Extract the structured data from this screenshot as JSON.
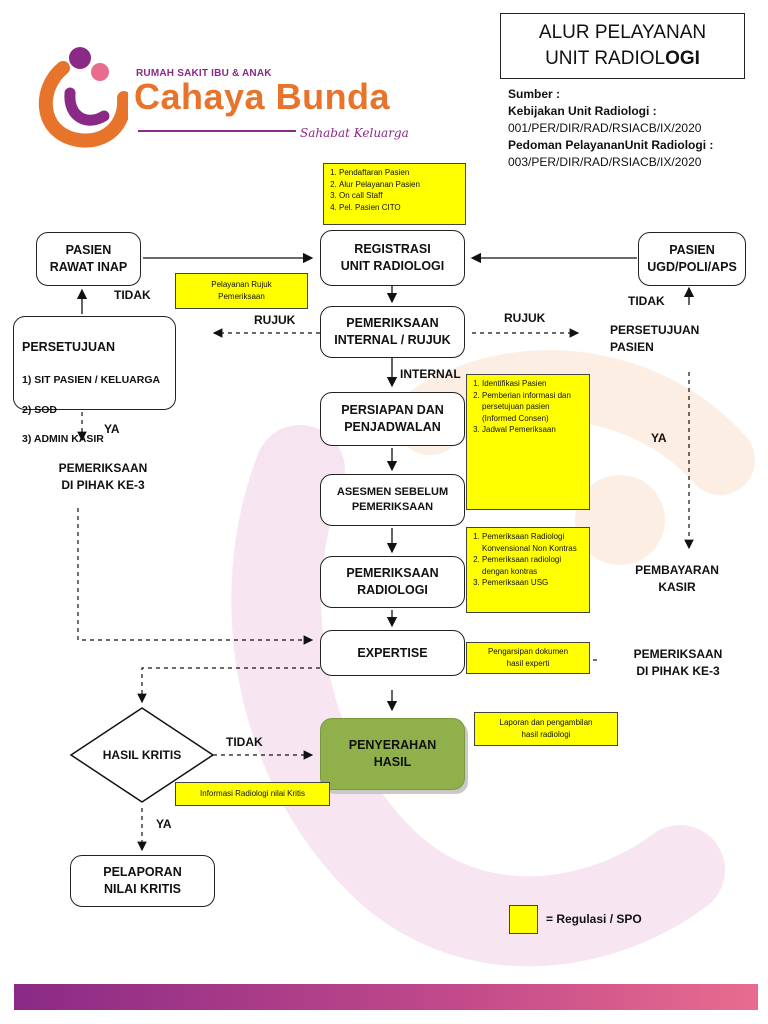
{
  "logo": {
    "subtitle": "RUMAH SAKIT IBU & ANAK",
    "name": "Cahaya Bunda",
    "tagline": "Sahabat Keluarga"
  },
  "title": {
    "line1": "ALUR PELAYANAN",
    "line2_prefix": "UNIT RADIOL",
    "line2_bold": "OGI"
  },
  "sources": {
    "label": "Sumber :",
    "line1": "Kebijakan Unit Radiologi :",
    "line2": "001/PER/DIR/RAD/RSIACB/IX/2020",
    "line3": "Pedoman PelayananUnit Radiologi :",
    "line4": "003/PER/DIR/RAD/RSIACB/IX/2020"
  },
  "nodes": {
    "registrasi": "REGISTRASI\nUNIT RADIOLOGI",
    "pasien_rawat_inap": "PASIEN\nRAWAT INAP",
    "pasien_ugd": "PASIEN\nUGD/POLI/APS",
    "pemeriksaan_internal": "PEMERIKSAAN\nINTERNAL / RUJUK",
    "persiapan": "PERSIAPAN DAN\nPENJADWALAN",
    "asesmen": "ASESMEN SEBELUM\nPEMERIKSAAN",
    "pemeriksaan_radiologi": "PEMERIKSAAN\nRADIOLOGI",
    "expertise": "EXPERTISE",
    "penyerahan": "PENYERAHAN\nHASIL",
    "hasil_kritis": "HASIL KRITIS",
    "pelaporan": "PELAPORAN\nNILAI KRITIS",
    "persetujuan_left": {
      "title": "PERSETUJUAN",
      "items": [
        "1)  SIT PASIEN / KELUARGA",
        "2)  SOD",
        "3)  ADMIN KASIR"
      ]
    },
    "pemeriksaan_pihak3_left": "PEMERIKSAAN\nDI PIHAK KE-3",
    "persetujuan_right": "PERSETUJUAN\nPASIEN",
    "pembayaran_kasir": "PEMBAYARAN\nKASIR",
    "pemeriksaan_pihak3_right": "PEMERIKSAAN\nDI PIHAK KE-3"
  },
  "edge_labels": {
    "tidak_left": "TIDAK",
    "tidak_right": "TIDAK",
    "rujuk_left": "RUJUK",
    "rujuk_right": "RUJUK",
    "internal": "INTERNAL",
    "ya_left": "YA",
    "ya_right": "YA",
    "tidak_kritis": "TIDAK",
    "ya_kritis": "YA"
  },
  "notes": {
    "registrasi_list": [
      "Pendaftaran Pasien",
      "Alur Pelayanan Pasien",
      "On call Staff",
      "Pel. Pasien CITO"
    ],
    "rujuk": "Pelayanan Rujuk\nPemeriksaan",
    "persiapan_list": [
      "Identifikasi Pasien",
      "Pemberian informasi dan persetujuan pasien (Informed Consen)",
      "Jadwal Pemeriksaan"
    ],
    "radiologi_list": [
      "Pemeriksaan Radiologi Konvensional Non Kontras",
      "Pemeriksaan radiologi dengan kontras",
      "Pemeriksaan USG"
    ],
    "expertise": "Pengarsipan dokumen\nhasil experti",
    "penyerahan": "Laporan dan pengambilan\nhasil radiologi",
    "kritis": "Informasi Radiologi nilai Kritis"
  },
  "legend": {
    "label": "= Regulasi / SPO",
    "color": "#ffff00"
  },
  "colors": {
    "note_fill": "#ffff00",
    "penyerahan_fill": "#8fb04a",
    "logo_orange": "#e8732a",
    "logo_purple": "#8a2a86",
    "bottom_bar": "#8a2a86"
  }
}
